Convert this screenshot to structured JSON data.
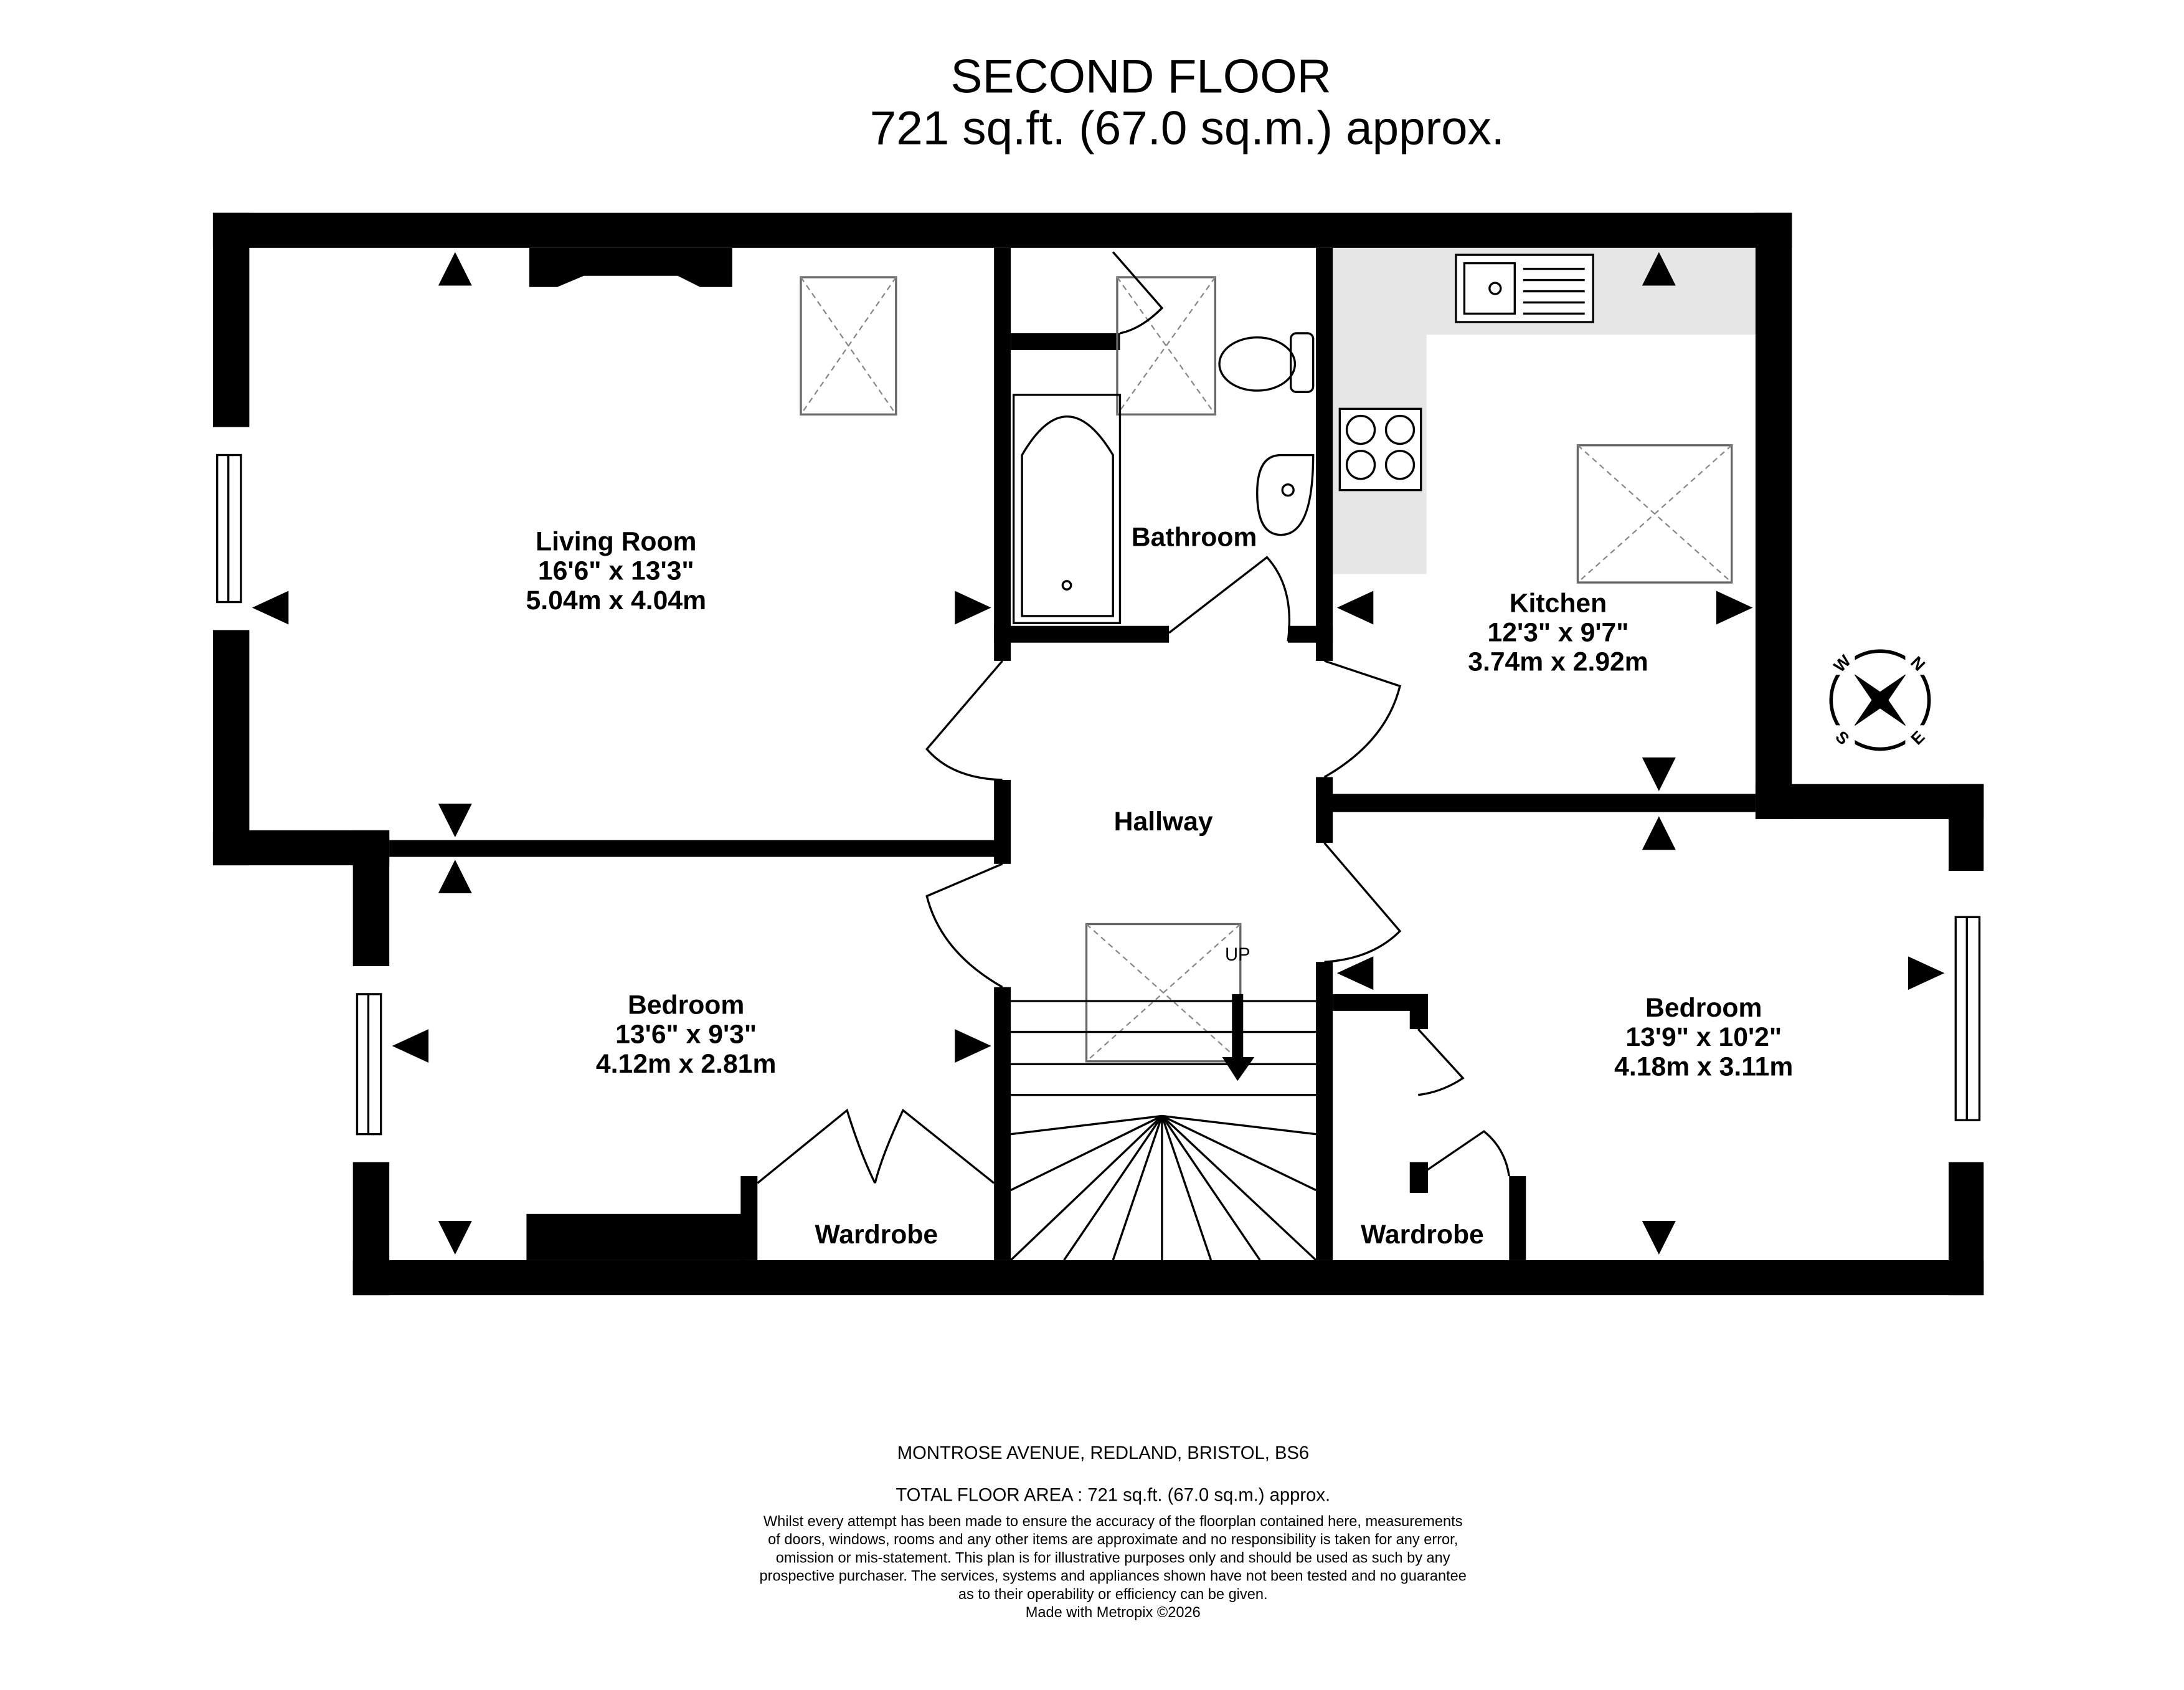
{
  "header": {
    "floor_name": "SECOND FLOOR",
    "floor_area": "721 sq.ft. (67.0 sq.m.) approx."
  },
  "rooms": {
    "living_room": {
      "name": "Living Room",
      "imperial": "16'6\"  x 13'3\"",
      "metric": "5.04m  x 4.04m"
    },
    "bathroom": {
      "name": "Bathroom"
    },
    "kitchen": {
      "name": "Kitchen",
      "imperial": "12'3\"  x 9'7\"",
      "metric": "3.74m  x 2.92m"
    },
    "hallway": {
      "name": "Hallway"
    },
    "bedroom_left": {
      "name": "Bedroom",
      "imperial": "13'6\"  x 9'3\"",
      "metric": "4.12m  x 2.81m"
    },
    "bedroom_right": {
      "name": "Bedroom",
      "imperial": "13'9\"  x 10'2\"",
      "metric": "4.18m  x 3.11m"
    },
    "wardrobe_left": {
      "name": "Wardrobe"
    },
    "wardrobe_right": {
      "name": "Wardrobe"
    }
  },
  "stairs": {
    "label": "UP"
  },
  "compass": {
    "n": "N",
    "e": "E",
    "s": "S",
    "w": "W"
  },
  "footer": {
    "address": "MONTROSE AVENUE, REDLAND, BRISTOL, BS6",
    "total_area": "TOTAL FLOOR AREA : 721 sq.ft. (67.0 sq.m.) approx.",
    "disclaimer": [
      "Whilst every attempt has been made to ensure the accuracy of the floorplan contained here, measurements",
      "of doors, windows, rooms and any other items are approximate and no responsibility is taken for any error,",
      "omission or mis-statement. This plan is for illustrative purposes only and should be used as such by any",
      "prospective purchaser. The services, systems and appliances shown have not been tested and no guarantee",
      "as to their operability or efficiency can be given."
    ],
    "credit": "Made with Metropix ©2026"
  },
  "colors": {
    "wall": "#000000",
    "kitchen_counter": "#e6e6e6"
  }
}
